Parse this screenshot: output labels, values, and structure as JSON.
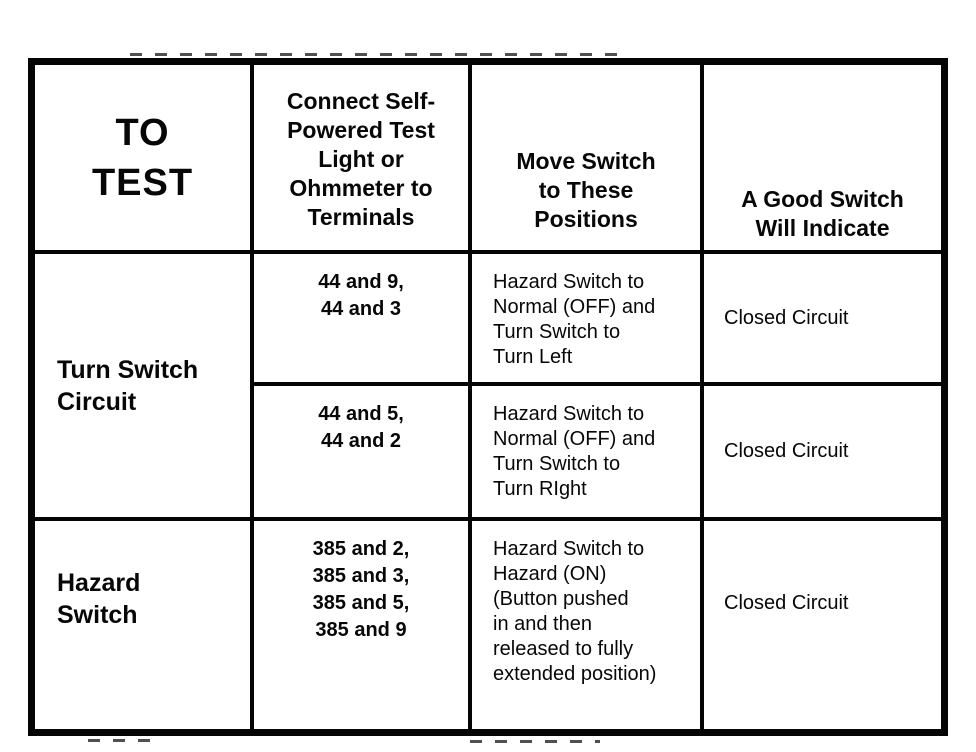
{
  "table": {
    "header": {
      "to_test": "TO\nTEST",
      "terminals": "Connect Self-\nPowered Test\nLight or\nOhmmeter to\nTerminals",
      "positions": "Move Switch\nto These\nPositions",
      "indication": "A Good Switch\nWill Indicate"
    },
    "rows": [
      {
        "to_test": "Turn Switch\nCircuit",
        "terminals": "44 and 9,\n44 and 3",
        "positions": "Hazard Switch to\nNormal (OFF) and\nTurn Switch to\nTurn Left",
        "indication": "Closed Circuit"
      },
      {
        "terminals": "44 and 5,\n44 and 2",
        "positions": "Hazard Switch to\nNormal (OFF) and\nTurn Switch to\nTurn RIght",
        "indication": "Closed Circuit"
      },
      {
        "to_test": "Hazard\nSwitch",
        "terminals": "385 and 2,\n385 and 3,\n385 and 5,\n385 and 9",
        "positions": "Hazard Switch to\nHazard (ON)\n(Button pushed\nin and then\nreleased to fully\nextended position)",
        "indication": "Closed Circuit"
      }
    ]
  }
}
